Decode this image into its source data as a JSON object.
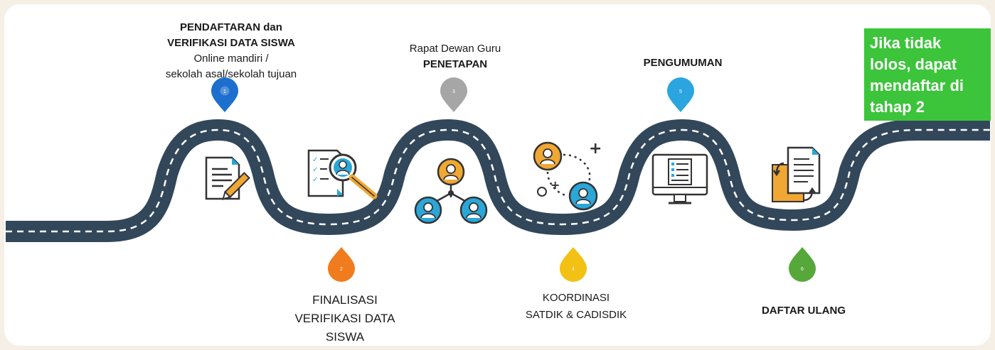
{
  "steps": [
    {
      "number": "1",
      "title_line1": "PENDAFTARAN  dan",
      "title_line2": "VERIFIKASI DATA SISWA",
      "sub_line1": "Online mandiri /",
      "sub_line2": "sekolah asal/sekolah tujuan",
      "color": "#1c6fce"
    },
    {
      "number": "2",
      "line1": "FINALISASI",
      "line2": "VERIFIKASI DATA",
      "line3": "SISWA",
      "color": "#f07c1e"
    },
    {
      "number": "3",
      "line1": "Rapat Dewan Guru",
      "line2": "PENETAPAN",
      "color": "#a6a6a6"
    },
    {
      "number": "4",
      "line1": "KOORDINASI",
      "line2": "SATDIK & CADISDIK",
      "color": "#f2c114"
    },
    {
      "number": "5",
      "line1": "PENGUMUMAN",
      "color": "#2ba5e0"
    },
    {
      "number": "6",
      "line1": "DAFTAR ULANG",
      "color": "#56a83a"
    }
  ],
  "note": {
    "line1": "Jika tidak",
    "line2": "lolos, dapat",
    "line3": "mendaftar di",
    "line4": "tahap 2",
    "color": "#3cc43b"
  },
  "road": {
    "color": "#33475b",
    "dash_color": "#ffffff"
  },
  "icon_accent": "#f0a734",
  "icon_blue": "#2aa7d8"
}
